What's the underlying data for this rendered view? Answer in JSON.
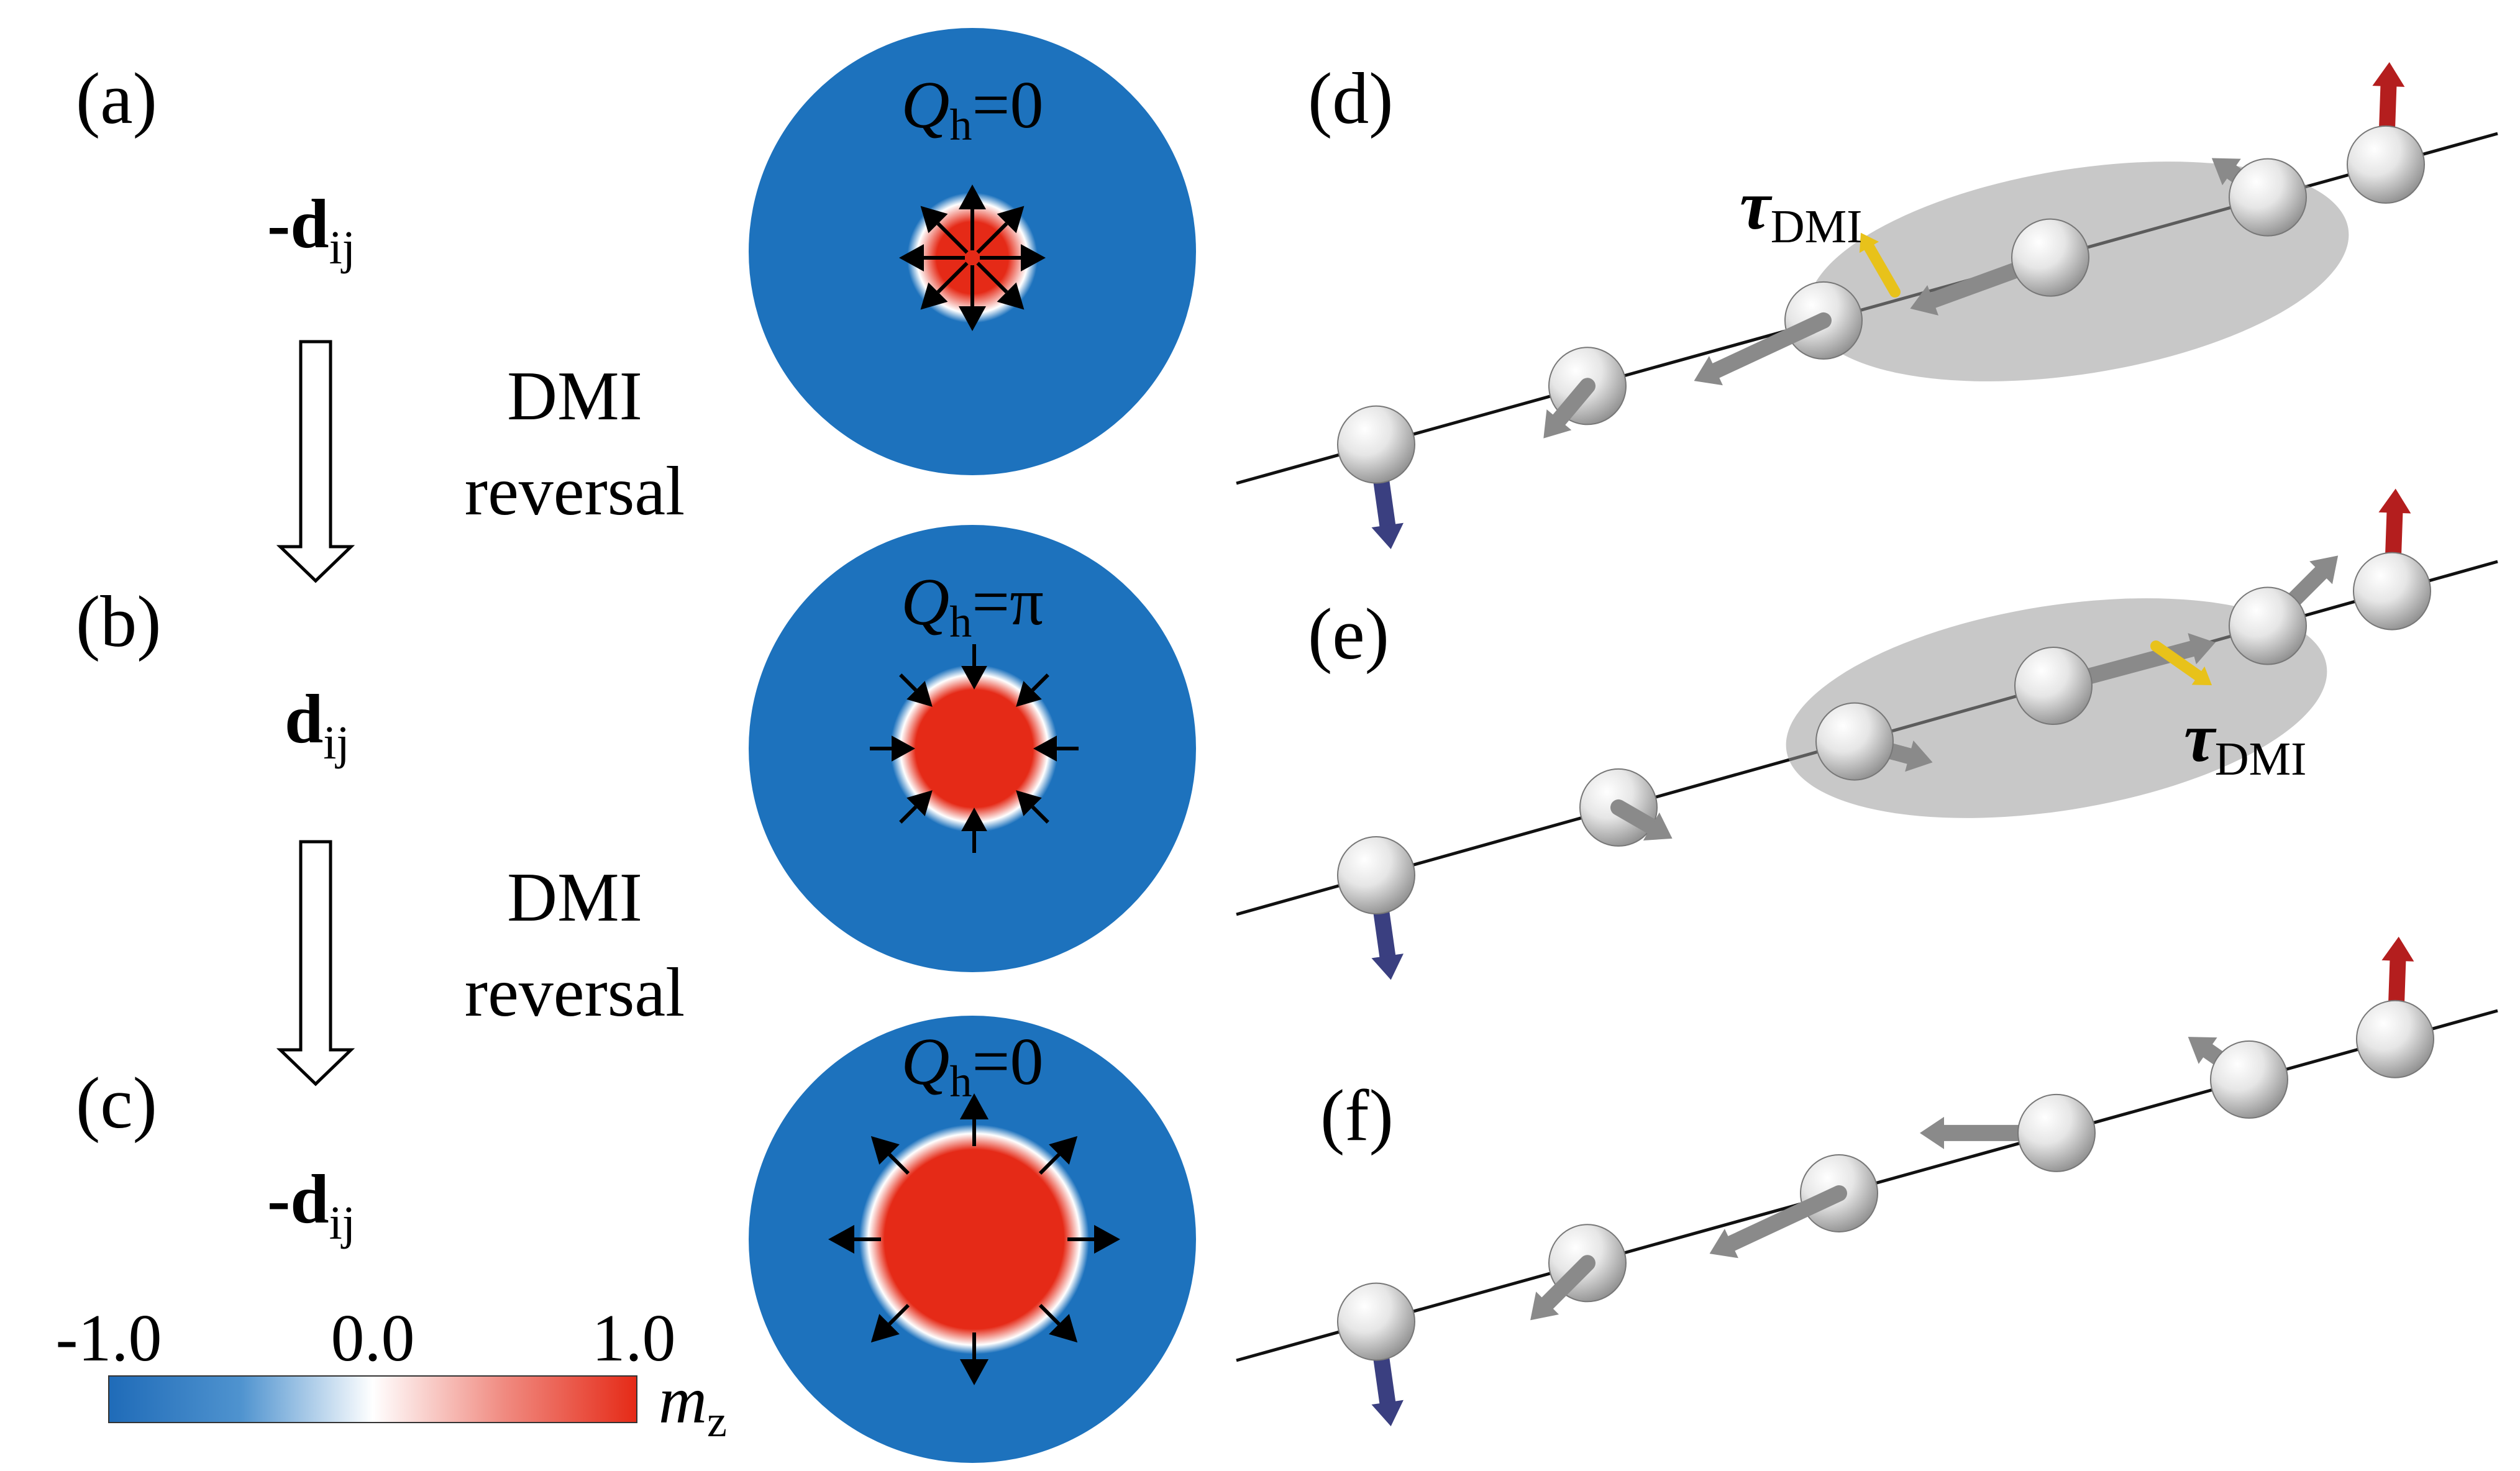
{
  "panels": {
    "a": "(a)",
    "b": "(b)",
    "c": "(c)",
    "d": "(d)",
    "e": "(e)",
    "f": "(f)"
  },
  "dmi_vectors": {
    "a": {
      "sign": "-",
      "bold": "d",
      "sub": "ij"
    },
    "b": {
      "sign": "",
      "bold": "d",
      "sub": "ij"
    },
    "c": {
      "sign": "-",
      "bold": "d",
      "sub": "ij"
    }
  },
  "transitions": [
    {
      "line1": "DMI",
      "line2": "reversal"
    },
    {
      "line1": "DMI",
      "line2": "reversal"
    }
  ],
  "charges": [
    {
      "symbol": "Q",
      "sub": "h",
      "eq": "=0"
    },
    {
      "symbol": "Q",
      "sub": "h",
      "eq": "=π"
    },
    {
      "symbol": "Q",
      "sub": "h",
      "eq": "=0"
    }
  ],
  "torque_label": {
    "symbol": "τ",
    "sub": "DMI"
  },
  "colorbar": {
    "ticks": [
      "-1.0",
      "0.0",
      "1.0"
    ],
    "label": "m",
    "label_sub": "z",
    "colors": {
      "low": "#1f6bb8",
      "mid": "#ffffff",
      "high": "#e52a17"
    }
  },
  "colors": {
    "disk_blue": "#1d72bd",
    "core_red": "#e52a17",
    "spin_gray": "#8a8a8a",
    "spin_red": "#b41e1e",
    "spin_navy": "#3a3f80",
    "torque_yellow": "#e8c21a"
  }
}
